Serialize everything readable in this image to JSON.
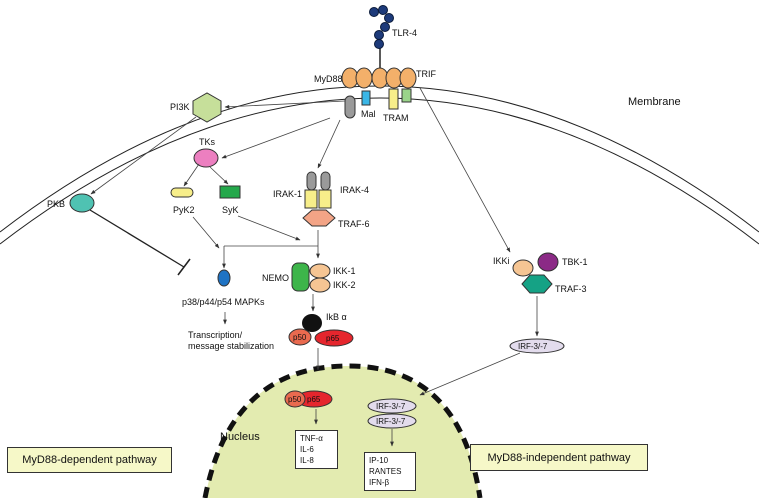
{
  "labels": {
    "tlr4": "TLR-4",
    "myd88": "MyD88",
    "mal": "Mal",
    "tram": "TRAM",
    "trif": "TRIF",
    "membrane": "Membrane",
    "pi3k": "PI3K",
    "tks": "TKs",
    "pkb": "PKB",
    "pyk2": "PyK2",
    "syk": "SyK",
    "irak1": "IRAK-1",
    "irak4": "IRAK-4",
    "traf6": "TRAF-6",
    "nemo": "NEMO",
    "ikk1": "IKK-1",
    "ikk2": "IKK-2",
    "ikb": "IkB α",
    "p50": "p50",
    "p65": "p65",
    "mapks": "p38/p44/p54 MAPKs",
    "transcription_1": "Transcription/",
    "transcription_2": "message stabilization",
    "ikki": "IKKi",
    "tbk1": "TBK-1",
    "traf3": "TRAF-3",
    "irf37": "IRF-3/-7",
    "nucleus": "Nucleus",
    "nuc_p50": "p50",
    "nuc_p65": "p65",
    "nuc_irf_a": "IRF-3/-7",
    "nuc_irf_b": "IRF-3/-7"
  },
  "genes_nfkb": [
    "TNF-α",
    "IL-6",
    "IL-8"
  ],
  "genes_irf": [
    "IP-10",
    "RANTES",
    "IFN-β"
  ],
  "pathways": {
    "dependent": "MyD88-dependent pathway",
    "independent": "MyD88-independent pathway"
  },
  "colors": {
    "myd88_orange": "#f3b06a",
    "pi3k_green": "#c6df9a",
    "tks_pink": "#ec7fc0",
    "pkb_teal": "#4fc2b2",
    "syk_green": "#24a84b",
    "nemo_green": "#3db54a",
    "irak_yellow": "#f7ee8a",
    "traf6_salmon": "#f3a486",
    "mapk_blue": "#1f73c4",
    "p65_red": "#e5262d",
    "p50_salmon": "#e96a4f",
    "ikk_peach": "#f6c593",
    "tbk1_purple": "#8b2a86",
    "traf3_teal": "#15a285",
    "irf_lavender": "#e3dced",
    "nucleus_fill": "#e3ebb0",
    "pathway_box": "#f6f8c8",
    "tlr4_bead": "#1d3a7a"
  }
}
